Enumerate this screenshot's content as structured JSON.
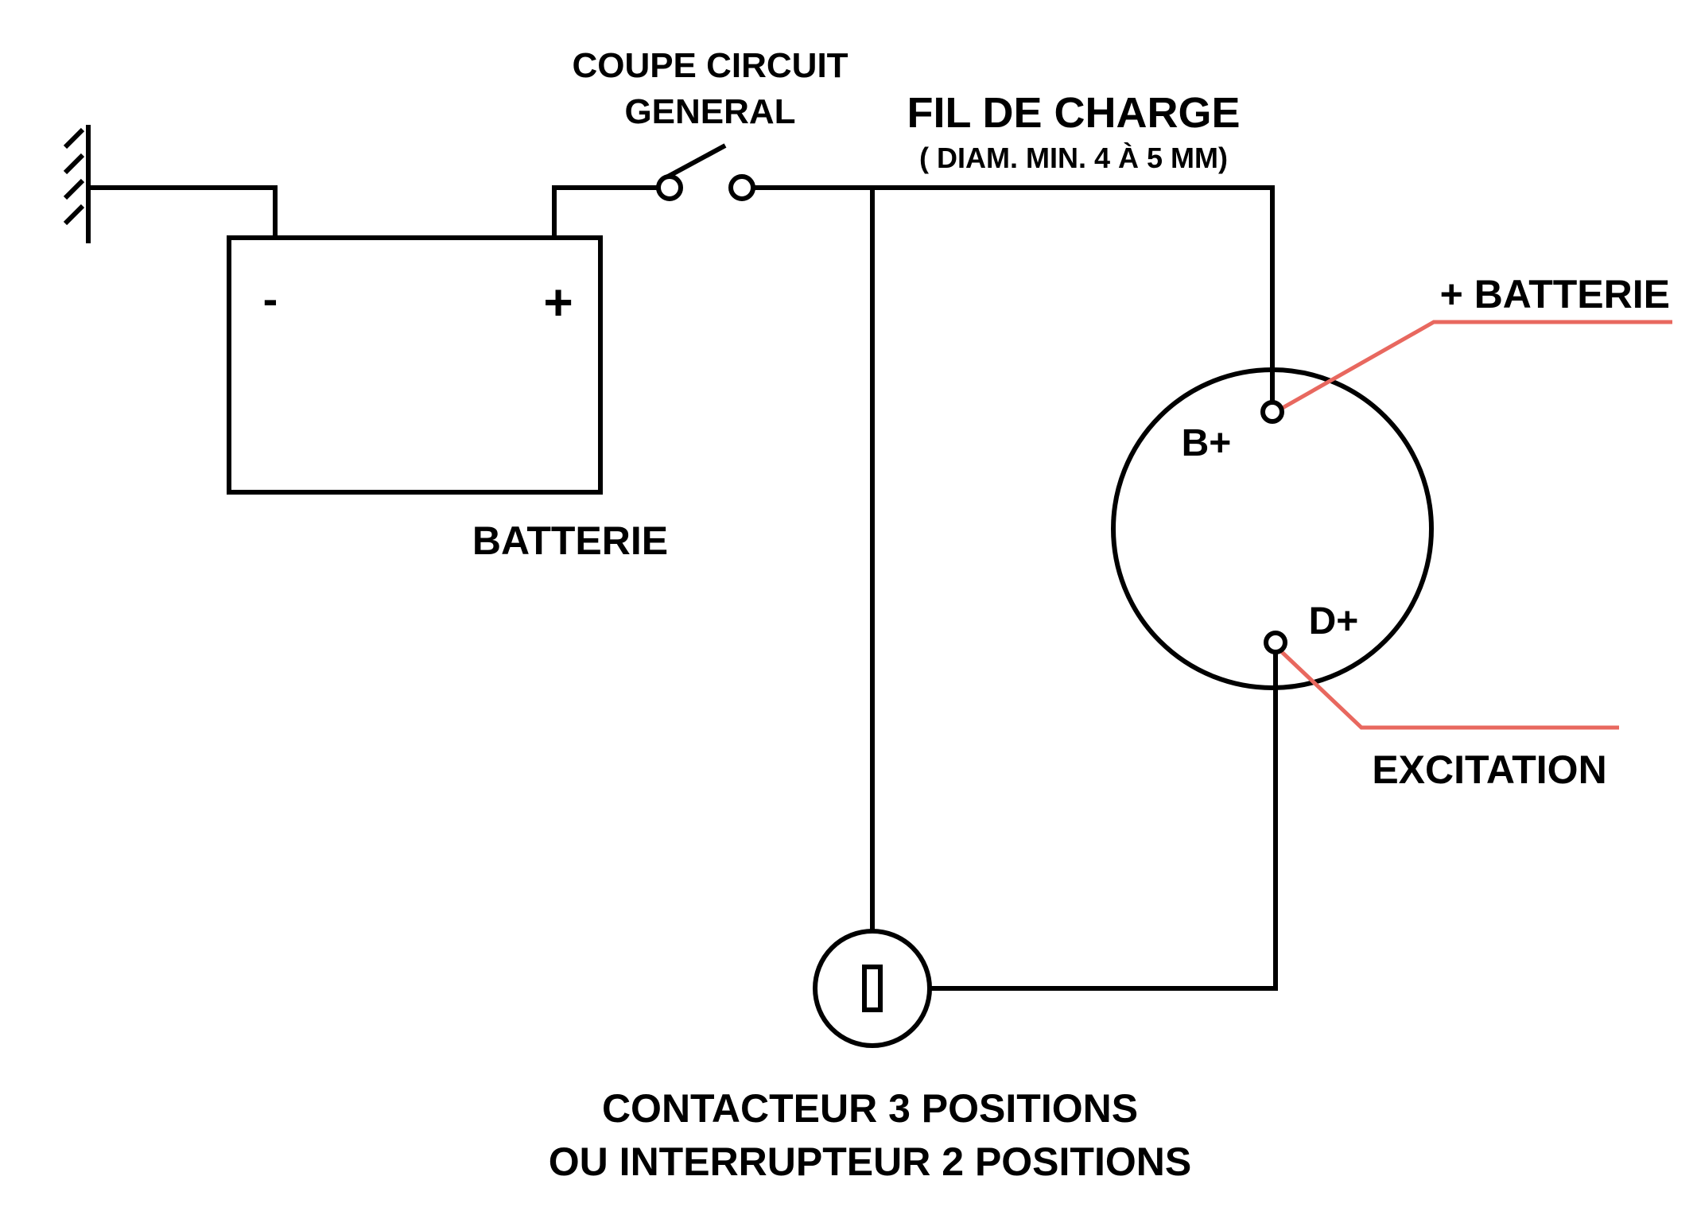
{
  "colors": {
    "wire": "#000000",
    "accent": "#e8685f",
    "background": "#ffffff"
  },
  "labels": {
    "switch_line1": "COUPE CIRCUIT",
    "switch_line2": "GENERAL",
    "charge_title": "FIL DE CHARGE",
    "charge_subtitle": "( DIAM. MIN. 4 À 5 MM)",
    "battery_minus": "-",
    "battery_plus": "+",
    "battery": "BATTERIE",
    "plus_battery": "+ BATTERIE",
    "terminal_b_plus": "B+",
    "terminal_d_plus": "D+",
    "excitation": "EXCITATION",
    "contactor_line1": "CONTACTEUR 3 POSITIONS",
    "contactor_line2": "OU INTERRUPTEUR 2 POSITIONS"
  },
  "icons": {
    "ground": "ground-symbol-icon",
    "switch": "knife-switch-icon",
    "key_switch": "key-switch-icon"
  }
}
